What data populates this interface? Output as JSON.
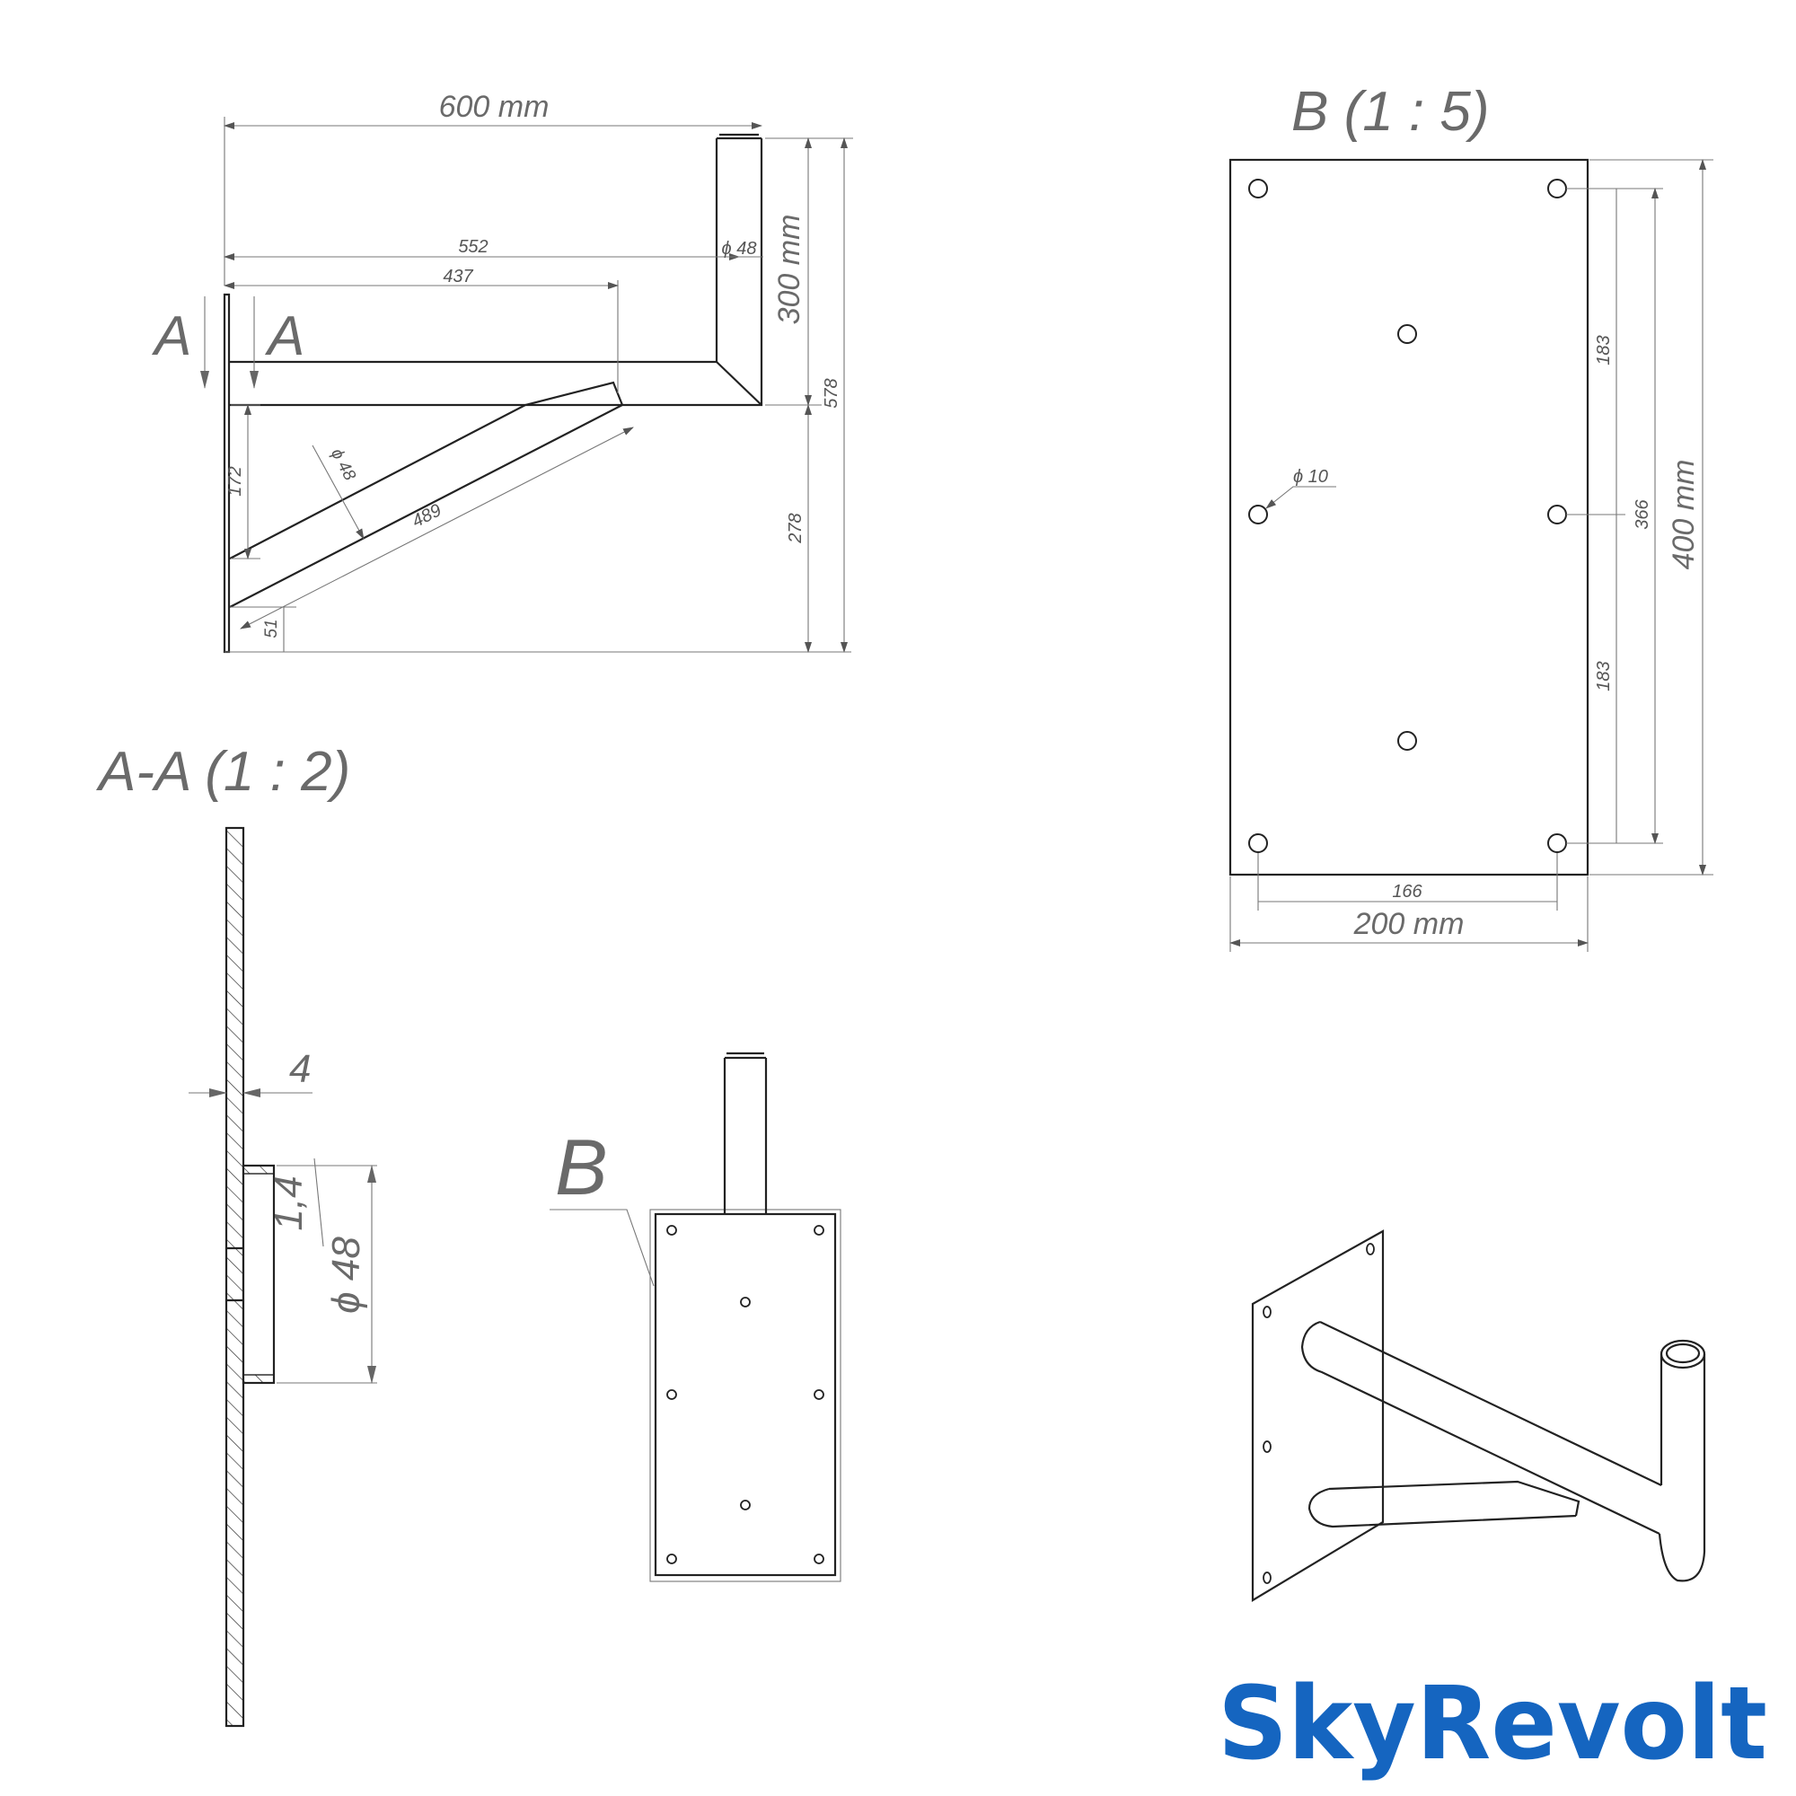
{
  "views": {
    "aa_title": "A-A (1 : 2)",
    "b_title": "B (1 : 5)",
    "b_callout": "B",
    "section_marker": "A"
  },
  "dimensions": {
    "side": {
      "overall_width": "600 mm",
      "upper_length": "552",
      "brace_reach": "437",
      "mast_diameter": "ϕ 48",
      "mast_height": "300 mm",
      "overall_height": "578",
      "lower_height": "278",
      "brace_offset": "172",
      "brace_diameter": "ϕ 48",
      "brace_length": "489",
      "brace_base": "51"
    },
    "plate": {
      "hole_pitch_upper": "183",
      "hole_pitch_lower": "183",
      "hole_span_vertical": "366",
      "plate_height": "400 mm",
      "hole_span_horizontal": "166",
      "plate_width": "200 mm",
      "hole_diameter": "ϕ 10"
    },
    "section": {
      "plate_thickness": "4",
      "wall_thickness": "1,4",
      "tube_diameter": "ϕ 48"
    }
  },
  "logo": {
    "text": "SkyRevolt",
    "color": "#1565c0"
  },
  "colors": {
    "line": "#222222",
    "dimension": "#666666"
  }
}
